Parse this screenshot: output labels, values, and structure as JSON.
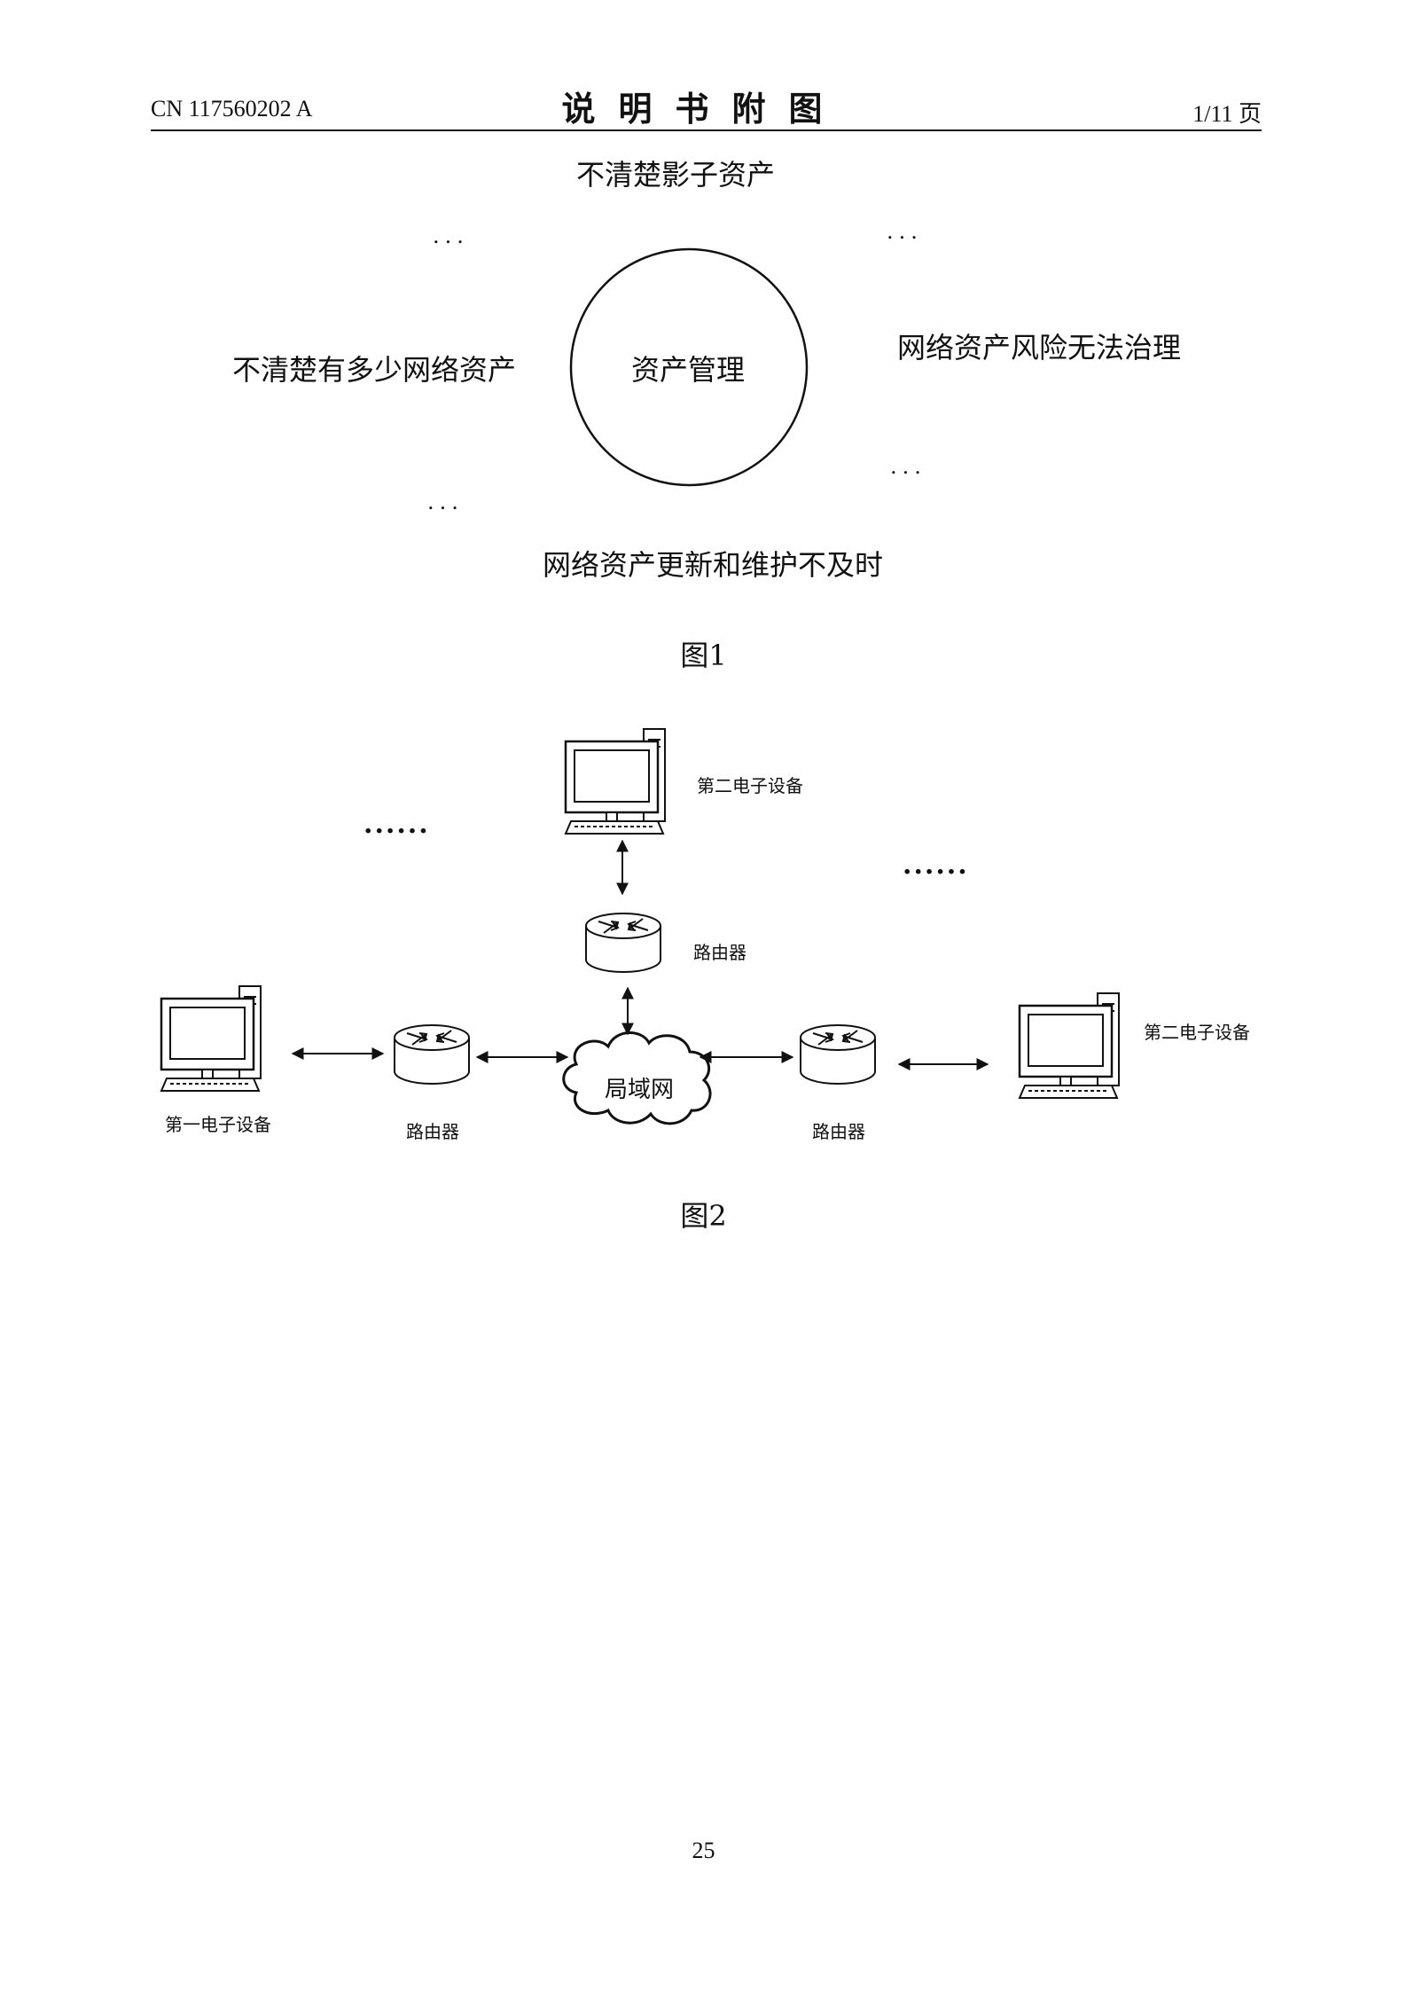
{
  "header": {
    "patent_number": "CN 117560202 A",
    "title": "说明书附图",
    "page_ratio": "1/11 页"
  },
  "figure1": {
    "center_label": "资产管理",
    "top_label": "不清楚影子资产",
    "left_label": "不清楚有多少网络资产",
    "right_label": "网络资产风险无法治理",
    "bottom_label": "网络资产更新和维护不及时",
    "ellipsis": "...",
    "caption": "图1"
  },
  "figure2": {
    "top_device_label": "第二电子设备",
    "right_device_label": "第二电子设备",
    "left_device_label": "第一电子设备",
    "router_top_label": "路由器",
    "router_left_label": "路由器",
    "router_right_label": "路由器",
    "lan_label": "局域网",
    "ellipsis": "......",
    "caption": "图2"
  },
  "footer": {
    "page_number": "25"
  }
}
